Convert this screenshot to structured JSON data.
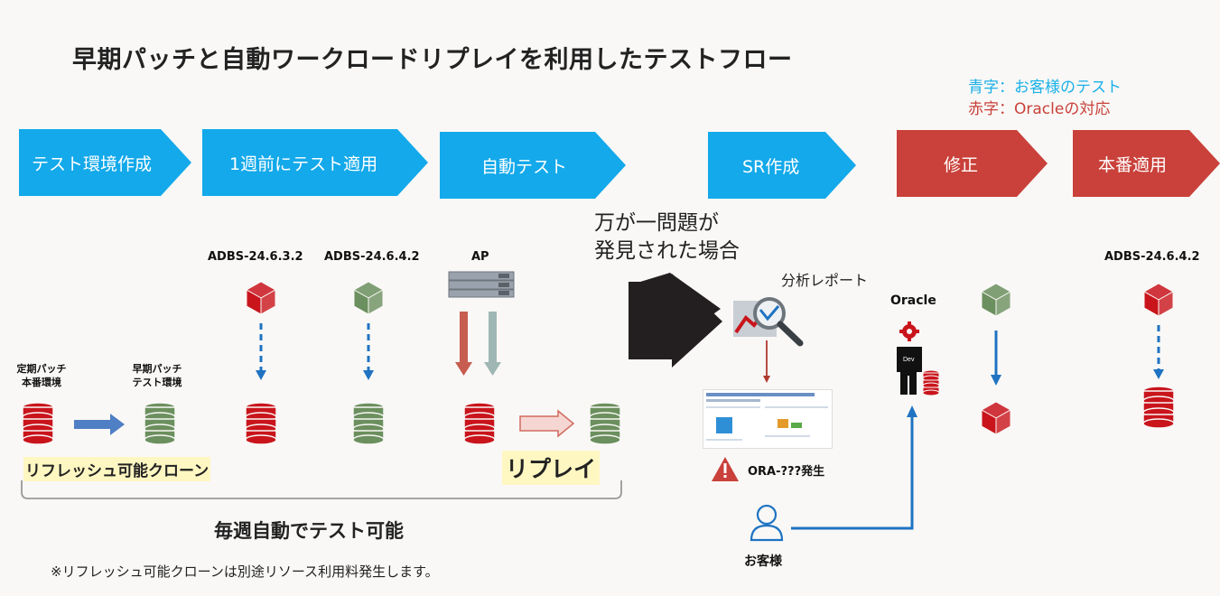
{
  "title": "早期パッチと自動ワークロードリプレイを利用したテストフロー",
  "legend": {
    "blue": "青字：お客様のテスト",
    "red": "赤字：Oracleの対応"
  },
  "steps": [
    {
      "label": "テスト環境作成",
      "color": "#13a9ea"
    },
    {
      "label": "1週前にテスト適用",
      "color": "#13a9ea"
    },
    {
      "label": "自動テスト",
      "color": "#13a9ea"
    },
    {
      "label": "SR作成",
      "color": "#13a9ea"
    },
    {
      "label": "修正",
      "color": "#c9413a"
    },
    {
      "label": "本番適用",
      "color": "#c9413a"
    }
  ],
  "env": {
    "prod_label": "定期パッチ\n本番環境",
    "test_label": "早期パッチ\nテスト環境",
    "refresh_label": "リフレッシュ可能クローン"
  },
  "versions": {
    "v1": "ADBS-24.6.3.2",
    "v2": "ADBS-24.6.4.2",
    "ap": "AP",
    "prod": "ADBS-24.6.4.2"
  },
  "replay_label": "リプレイ",
  "weekly_label": "毎週自動でテスト可能",
  "footnote": "※リフレッシュ可能クローンは別途リソース利用料発生します。",
  "problem_line1": "万が一問題が",
  "problem_line2": "発見された場合",
  "report_label": "分析レポート",
  "error_label": "ORA-???発生",
  "customer_label": "お客様",
  "oracle_label": "Oracle",
  "dev_label": "Dev",
  "colors": {
    "red": "#c9141c",
    "green": "#6b8f5e",
    "blue_step": "#13a9ea",
    "red_step": "#c9413a",
    "arrow_blue": "#1f73c2"
  }
}
